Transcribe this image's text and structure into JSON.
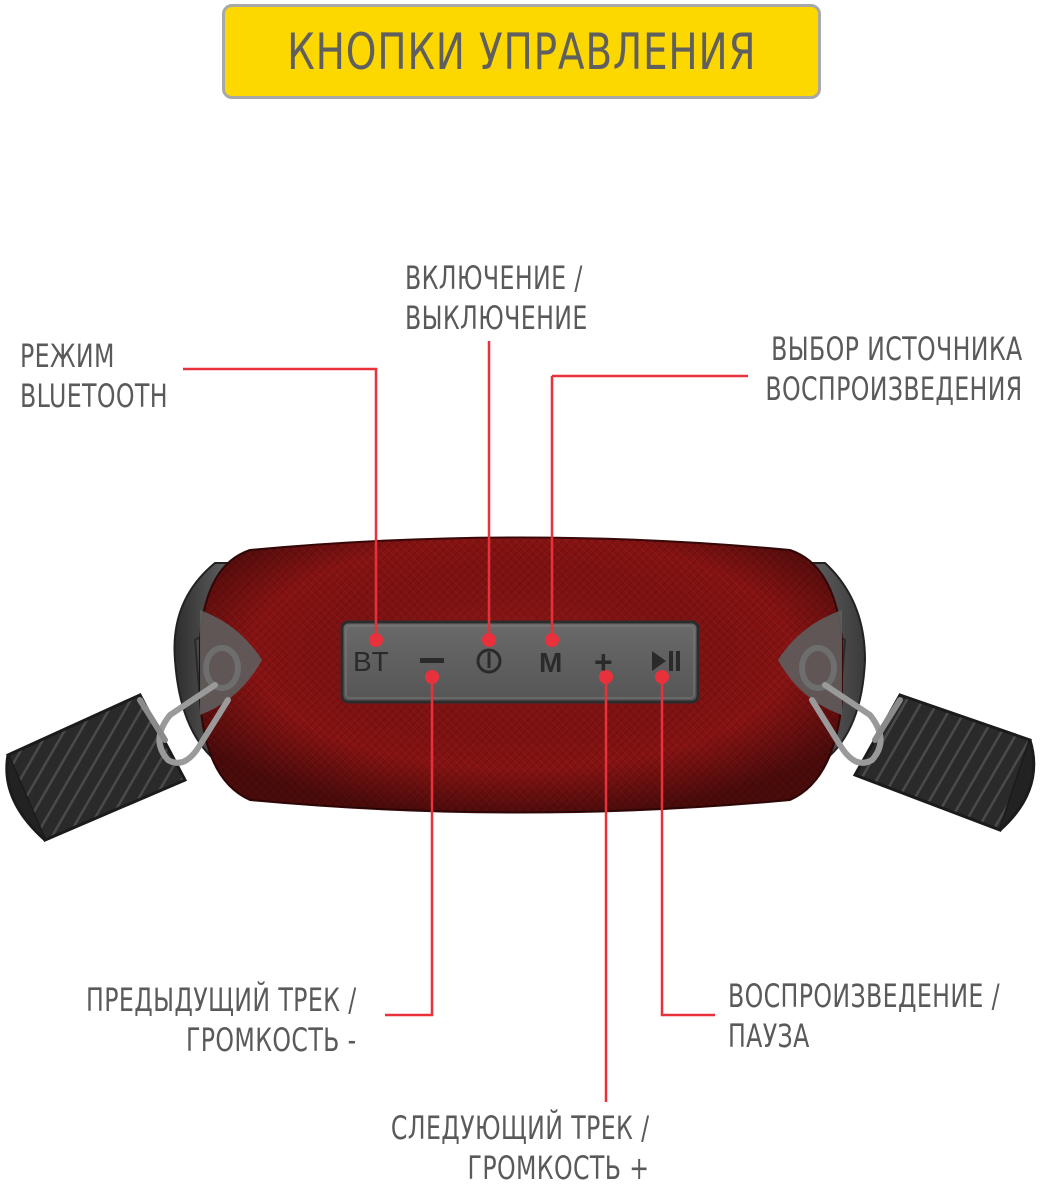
{
  "title": "КНОПКИ УПРАВЛЕНИЯ",
  "labels": {
    "power": [
      "ВКЛЮЧЕНИЕ /",
      "ВЫКЛЮЧЕНИЕ"
    ],
    "bluetooth": [
      "РЕЖИМ",
      "BLUETOOTH"
    ],
    "source": [
      "ВЫБОР ИСТОЧНИКА",
      "ВОСПРОИЗВЕДЕНИЯ"
    ],
    "prev": [
      "ПРЕДЫДУЩИЙ ТРЕК /",
      "ГРОМКОСТЬ -"
    ],
    "play": [
      "ВОСПРОИЗВЕДЕНИЕ /",
      "ПАУЗА"
    ],
    "next": [
      "СЛЕДУЮЩИЙ ТРЕК /",
      "ГРОМКОСТЬ +"
    ]
  },
  "panel_buttons": {
    "bt": "BT",
    "minus": "−",
    "mode": "M",
    "plus": "+"
  },
  "colors": {
    "title_bg": "#fdd700",
    "callout_line": "#e8313a",
    "speaker_fabric": "#8a1414",
    "label_text": "#5a5a5a"
  }
}
